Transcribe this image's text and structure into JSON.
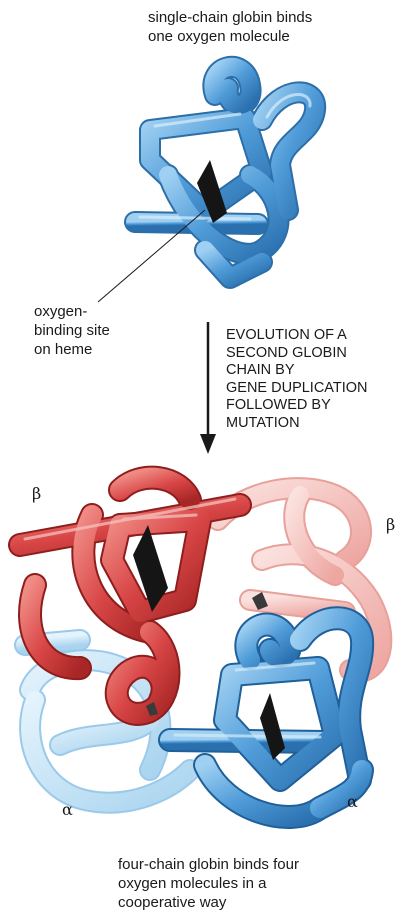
{
  "captions": {
    "top": [
      "single-chain globin binds",
      "one oxygen molecule"
    ],
    "site": [
      "oxygen-",
      "binding site",
      "on heme"
    ],
    "evolution": [
      "EVOLUTION OF A",
      "SECOND GLOBIN",
      "CHAIN BY",
      "GENE DUPLICATION",
      "FOLLOWED BY",
      "MUTATION"
    ],
    "bottom": [
      "four-chain globin binds four",
      "oxygen molecules in a",
      "cooperative way"
    ]
  },
  "subunit_labels": {
    "beta_left": "β",
    "beta_right": "β",
    "alpha_left": "α",
    "alpha_right": "α"
  },
  "colors": {
    "single_chain": "#5aa2dc",
    "beta_red": "#d94a4a",
    "beta_pale": "#f2b8b4",
    "alpha_blue": "#4e95d3",
    "alpha_pale": "#bfe0f4",
    "heme": "#151515"
  }
}
